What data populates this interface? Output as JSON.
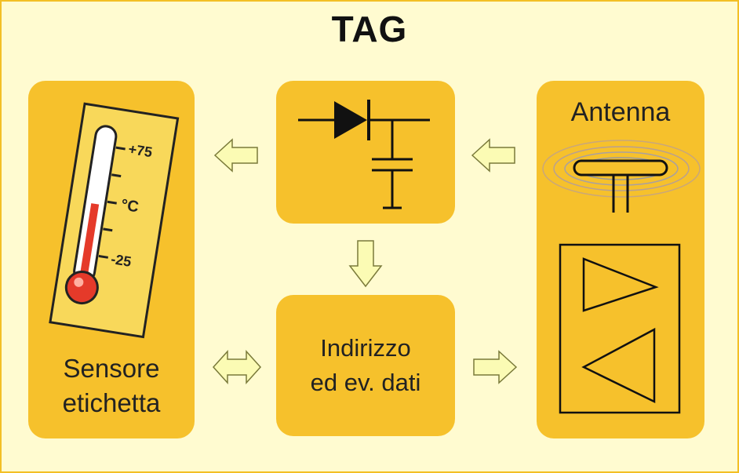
{
  "title": "TAG",
  "blocks": {
    "sensor": {
      "line1": "Sensore",
      "line2": "etichetta",
      "scale_high": "+75",
      "scale_unit": "°C",
      "scale_low": "-25"
    },
    "rectifier": {},
    "address": {
      "line1": "Indirizzo",
      "line2": "ed ev. dati"
    },
    "antenna": {
      "label": "Antenna"
    }
  },
  "colors": {
    "background": "#fffbd0",
    "block": "#f6c12c",
    "arrow_fill": "#fbfbb4",
    "arrow_stroke": "#7a7a3a"
  }
}
